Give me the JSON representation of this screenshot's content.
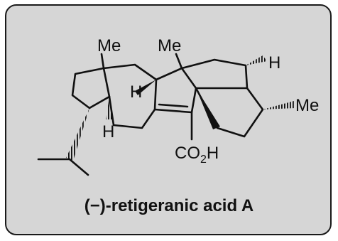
{
  "compound": {
    "name": "(−)-retigeranic acid A"
  },
  "atom_labels": {
    "me_a": "Me",
    "me_b": "Me",
    "me_c": "Me",
    "h_left": "H",
    "h_bottom": "H",
    "h_right": "H",
    "co2h_prefix": "CO",
    "co2h_sub": "2",
    "co2h_suffix": "H"
  },
  "colors": {
    "background": "#d6d6d6",
    "border": "#1a1a1a",
    "ink": "#111111"
  }
}
